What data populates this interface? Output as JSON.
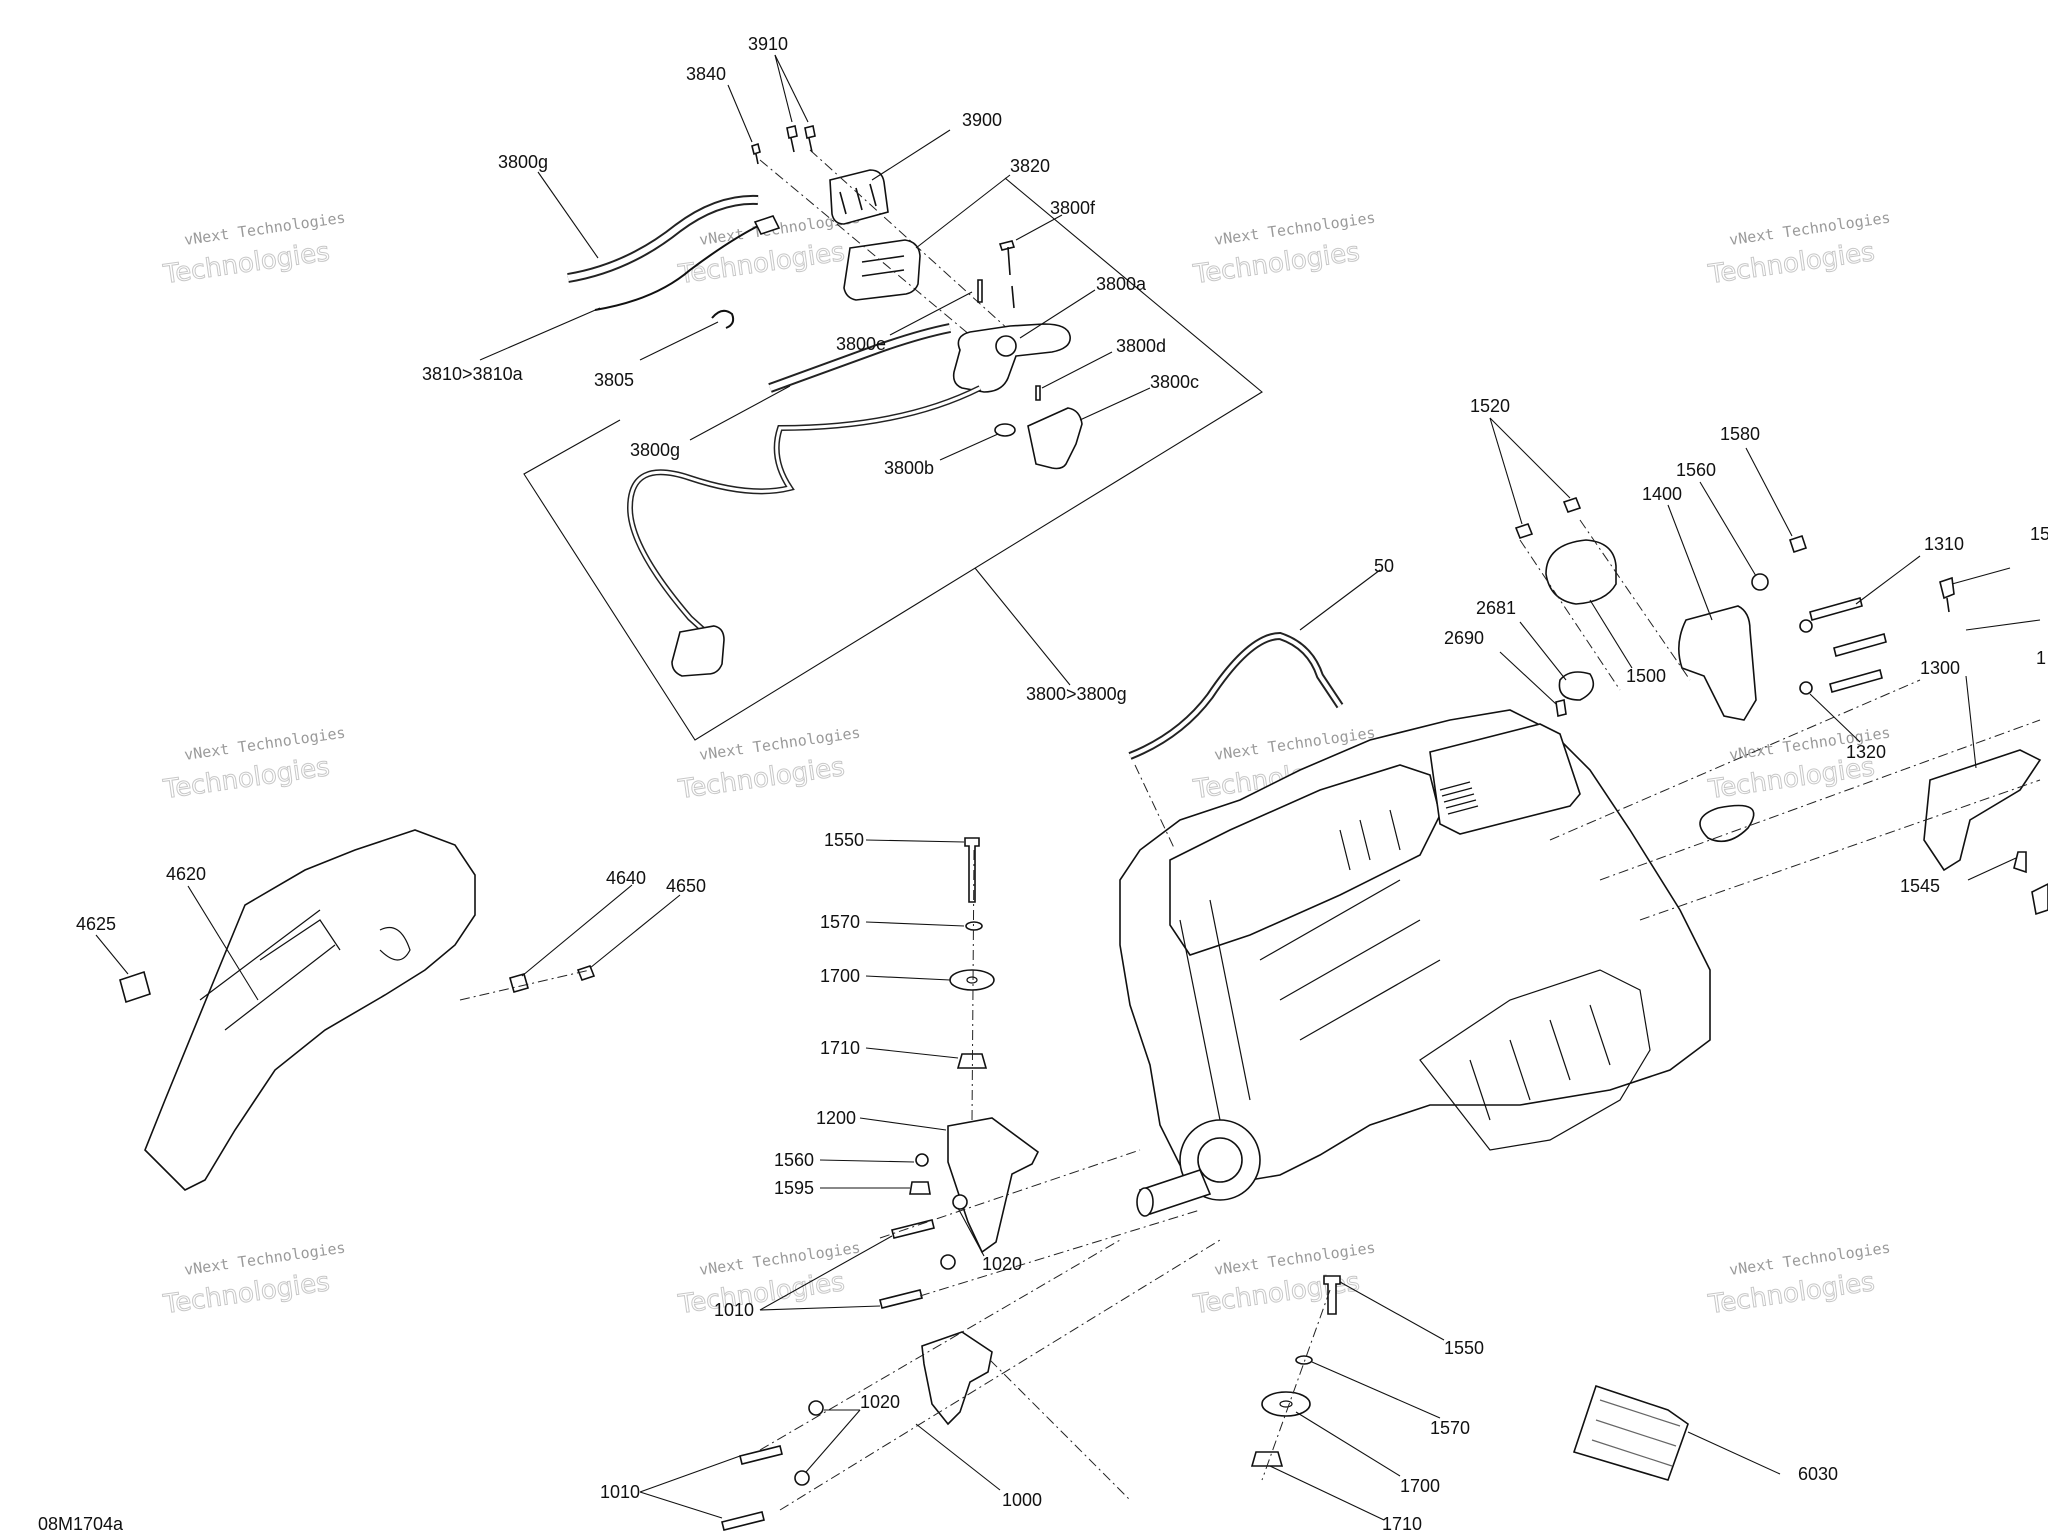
{
  "drawing_id": "08M1704a",
  "watermark": {
    "line1": "vNext Technologies",
    "line2": "Technologies"
  },
  "callouts": {
    "c3910": "3910",
    "c3840": "3840",
    "c3900": "3900",
    "c3820": "3820",
    "c3800g_top": "3800g",
    "c3800f": "3800f",
    "c3800a": "3800a",
    "c3800e": "3800e",
    "c3800d": "3800d",
    "c3800c": "3800c",
    "c3810": "3810>3810a",
    "c3805": "3805",
    "c3800g_mid": "3800g",
    "c3800b": "3800b",
    "c3800range": "3800>3800g",
    "c50": "50",
    "c1520": "1520",
    "c1580": "1580",
    "c1560_top": "1560",
    "c1400": "1400",
    "c1310": "1310",
    "c15_edge": "15",
    "c2681": "2681",
    "c2690": "2690",
    "c1500": "1500",
    "c1300": "1300",
    "c1_edge": "1",
    "c1320": "1320",
    "c1545": "1545",
    "c1550_top": "1550",
    "c1570_top": "1570",
    "c1700_top": "1700",
    "c1710_top": "1710",
    "c1200": "1200",
    "c1560_mid": "1560",
    "c1595": "1595",
    "c1020_a": "1020",
    "c1010_a": "1010",
    "c1020_b": "1020",
    "c1010_b": "1010",
    "c1000": "1000",
    "c1550_bot": "1550",
    "c1570_bot": "1570",
    "c1700_bot": "1700",
    "c1710_bot": "1710",
    "c6030": "6030",
    "c4620": "4620",
    "c4625": "4625",
    "c4640": "4640",
    "c4650": "4650"
  }
}
